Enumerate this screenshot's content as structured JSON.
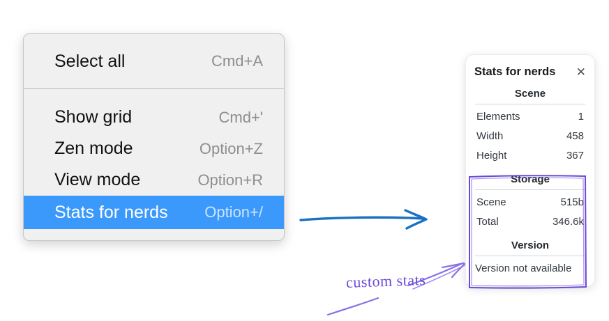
{
  "context_menu": {
    "groups": [
      {
        "items": [
          {
            "label": "Select all",
            "shortcut": "Cmd+A"
          }
        ]
      },
      {
        "items": [
          {
            "label": "Show grid",
            "shortcut": "Cmd+'"
          },
          {
            "label": "Zen mode",
            "shortcut": "Option+Z"
          },
          {
            "label": "View mode",
            "shortcut": "Option+R"
          },
          {
            "label": "Stats for nerds",
            "shortcut": "Option+/"
          }
        ]
      }
    ],
    "highlighted_item": "Stats for nerds",
    "highlight_color": "#3b99fc"
  },
  "stats_panel": {
    "title": "Stats for nerds",
    "close_icon": "✕",
    "sections": {
      "scene": {
        "header": "Scene",
        "rows": [
          {
            "label": "Elements",
            "value": "1"
          },
          {
            "label": "Width",
            "value": "458"
          },
          {
            "label": "Height",
            "value": "367"
          }
        ]
      },
      "storage": {
        "header": "Storage",
        "rows": [
          {
            "label": "Scene",
            "value": "515b"
          },
          {
            "label": "Total",
            "value": "346.6k"
          }
        ]
      },
      "version": {
        "header": "Version",
        "note": "Version not available"
      }
    }
  },
  "annotation": {
    "label": "custom stats",
    "violet_color": "#6b48d9",
    "arrow_blue_color": "#1971c2"
  }
}
